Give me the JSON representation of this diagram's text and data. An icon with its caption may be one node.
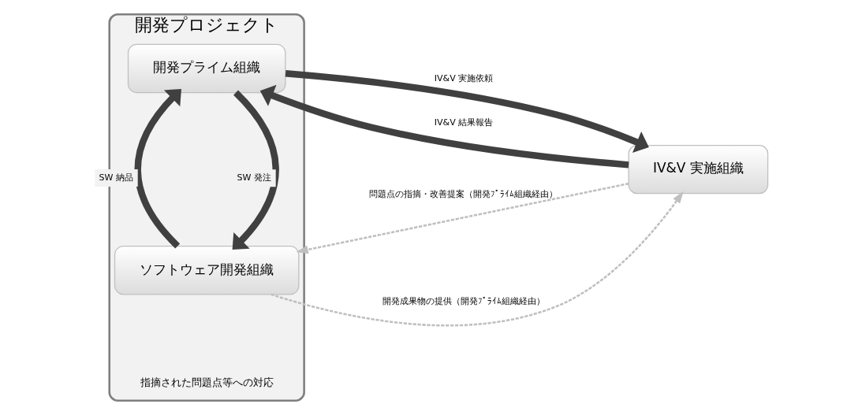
{
  "diagram": {
    "nodes": [
      {
        "text": [
          "開発プロジェクト"
        ]
      },
      {
        "text": [
          "開発プライム組織"
        ],
        "in": 0
      },
      {
        "text": [
          "ソフトウェア開発組織"
        ],
        "in": 0
      },
      {
        "text": [
          "IV&V 実施組織"
        ]
      }
    ],
    "edges": [
      {
        "from": 1,
        "to": 3,
        "arrow": "to",
        "label": "IV&V 実施依頼"
      },
      {
        "from": 3,
        "to": 1,
        "arrow": "to",
        "label": "IV&V 結果報告"
      },
      {
        "from": 1,
        "to": 2,
        "arrow": "to",
        "label": "SW 発注"
      },
      {
        "from": 2,
        "to": 1,
        "arrow": "to",
        "label": "SW 納品"
      },
      {
        "from": 2,
        "to": 3,
        "arrow": "to",
        "label": "開発成果物の提供（開発ﾌﾟﾗｲﾑ組織経由）",
        "style": "dashed",
        "color": "#bfbfbf"
      },
      {
        "from": 3,
        "to": 2,
        "arrow": "to",
        "label": "問題点の指摘・改善提案（開発ﾌﾟﾗｲﾑ組織経由）",
        "style": "dashed",
        "color": "#bfbfbf"
      }
    ],
    "labels": [
      "指摘された問題点等への対応"
    ]
  }
}
